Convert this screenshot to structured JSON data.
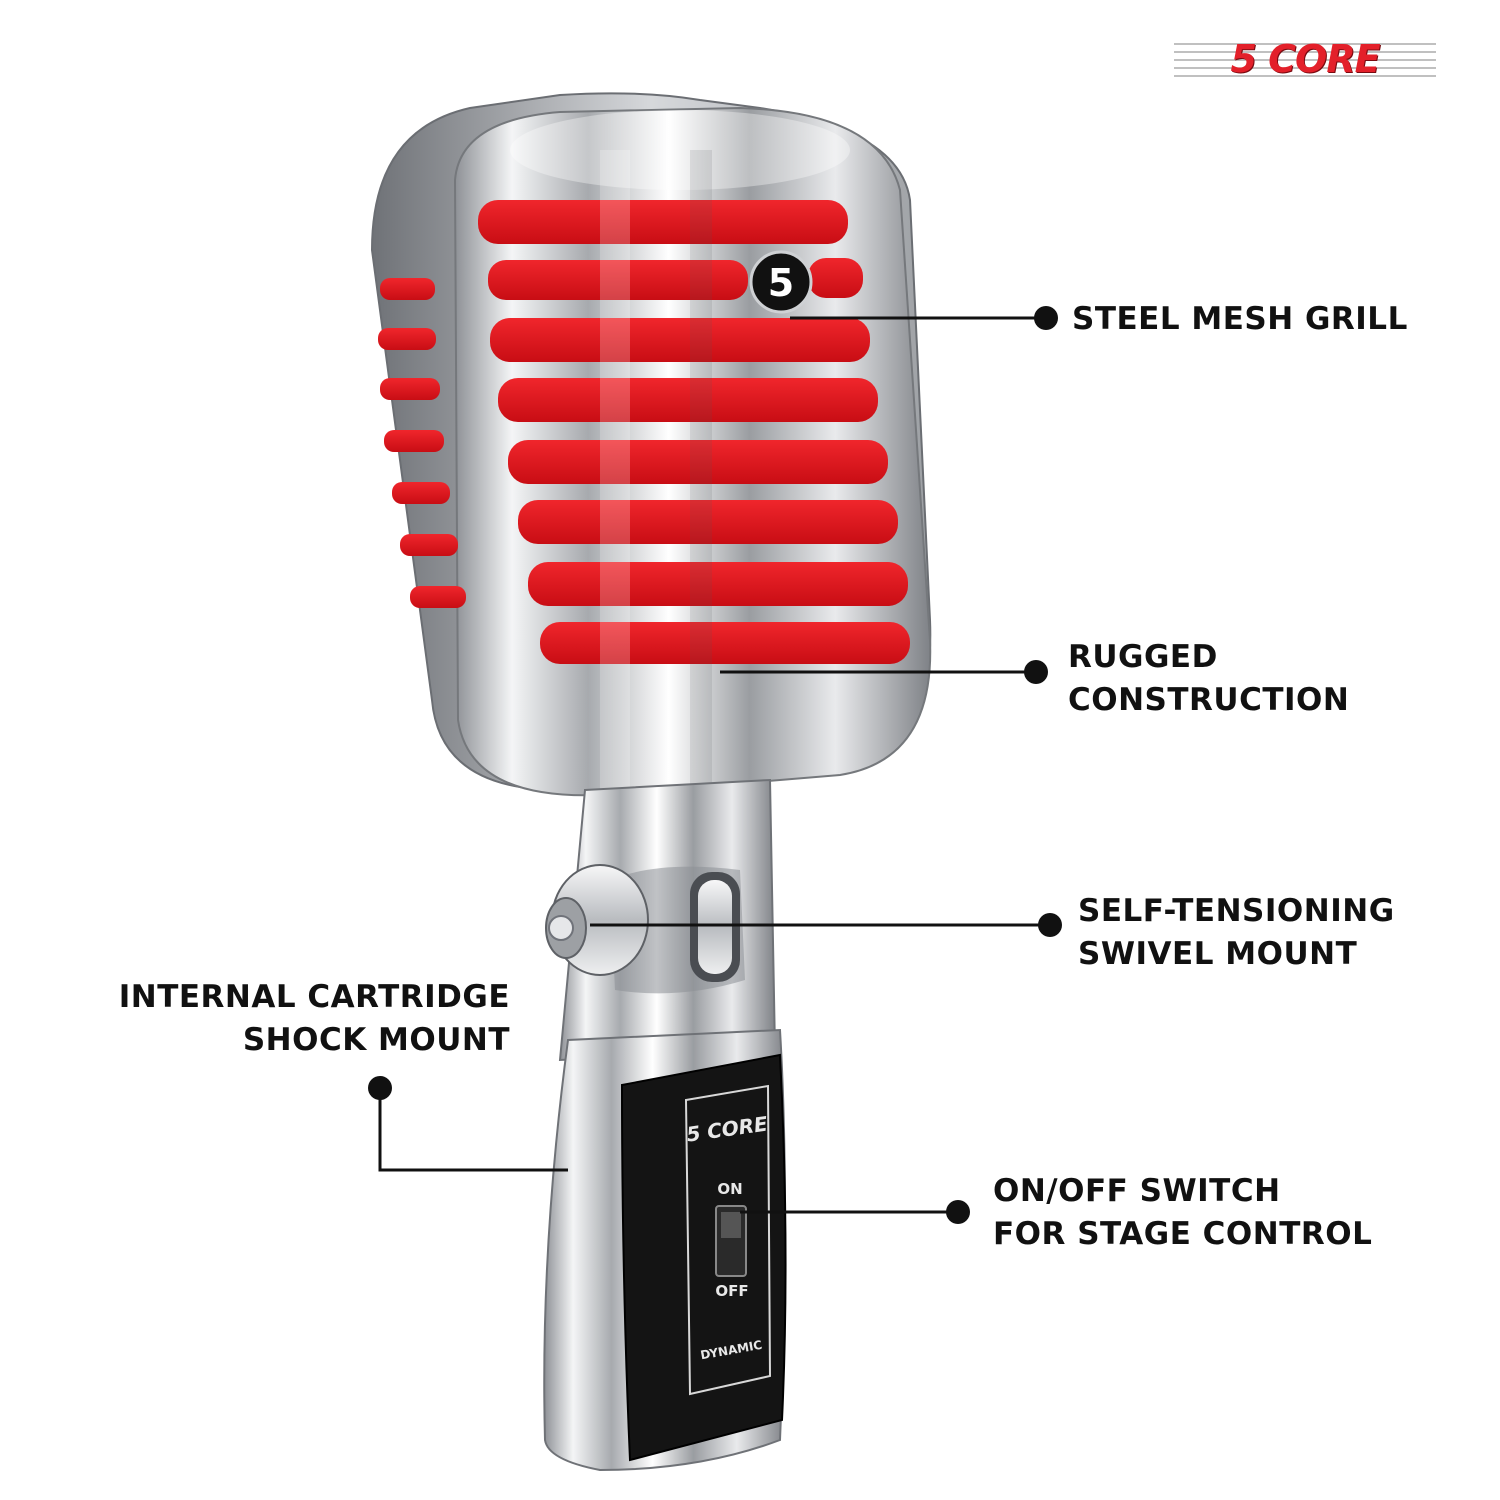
{
  "brand": {
    "logo_text": "5 CORE",
    "logo_color": "#e3202a"
  },
  "product": {
    "grill_badge": "5",
    "body_logo": "5 CORE",
    "switch_on": "ON",
    "switch_off": "OFF",
    "type_label": "DYNAMIC",
    "colors": {
      "chrome": "#c8cacd",
      "felt": "#e0161d",
      "panel": "#141414"
    }
  },
  "callouts": [
    {
      "id": "grill",
      "lines": [
        "STEEL MESH GRILL"
      ]
    },
    {
      "id": "construction",
      "lines": [
        "RUGGED",
        "CONSTRUCTION"
      ]
    },
    {
      "id": "swivel",
      "lines": [
        "SELF-TENSIONING",
        "SWIVEL MOUNT"
      ]
    },
    {
      "id": "shock",
      "lines": [
        "INTERNAL CARTRIDGE",
        "SHOCK MOUNT"
      ]
    },
    {
      "id": "switch",
      "lines": [
        "ON/OFF SWITCH",
        "FOR STAGE CONTROL"
      ]
    }
  ]
}
